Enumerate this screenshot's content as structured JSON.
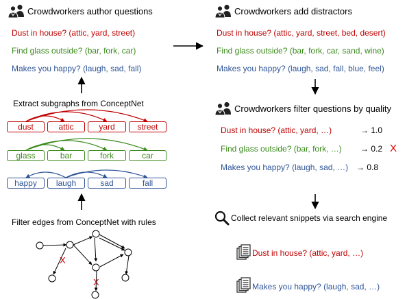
{
  "left": {
    "header": "Crowdworkers author questions",
    "questions": [
      {
        "text": "Dust in house? (attic, yard, street)",
        "color": "#c00000"
      },
      {
        "text": "Find glass outside? (bar, fork, car)",
        "color": "#3a8a1c"
      },
      {
        "text": "Makes you happy? (laugh, sad, fall)",
        "color": "#2f5597"
      }
    ],
    "extract_label": "Extract subgraphs from ConceptNet",
    "subgraphs": [
      {
        "words": [
          "dust",
          "attic",
          "yard",
          "street"
        ],
        "color": "#c00000"
      },
      {
        "words": [
          "glass",
          "bar",
          "fork",
          "car"
        ],
        "color": "#3a8a1c"
      },
      {
        "words": [
          "happy",
          "laugh",
          "sad",
          "fall"
        ],
        "color": "#2f5597"
      }
    ],
    "filter_label": "Filter edges from ConceptNet with rules",
    "reject_mark": "X"
  },
  "right": {
    "distractors_header": "Crowdworkers add distractors",
    "distractor_questions": [
      "Dust in house? (attic, yard, street, bed, desert)",
      "Find glass outside? (bar, fork, car, sand, wine)",
      "Makes you happy? (laugh, sad, fall, blue, feel)"
    ],
    "quality_header": "Crowdworkers filter questions by quality",
    "scored": [
      {
        "text": "Dust in house? (attic, yard, …)",
        "score": "→ 1.0"
      },
      {
        "text": "Find glass outside? (bar, fork, …)",
        "score": "→ 0.2",
        "reject": "X"
      },
      {
        "text": "Makes you happy? (laugh, sad, …)",
        "score": "→ 0.8"
      }
    ],
    "search_header": "Collect relevant snippets via search engine",
    "snippets": [
      "Dust in house? (attic, yard, …)",
      "Makes you happy? (laugh, sad, …)"
    ]
  },
  "icons": [
    "crowdworkers-icon",
    "search-icon",
    "documents-icon",
    "arrow-icon"
  ],
  "colors": {
    "red": "#c00000",
    "green": "#3a8a1c",
    "blue": "#2f5597"
  }
}
